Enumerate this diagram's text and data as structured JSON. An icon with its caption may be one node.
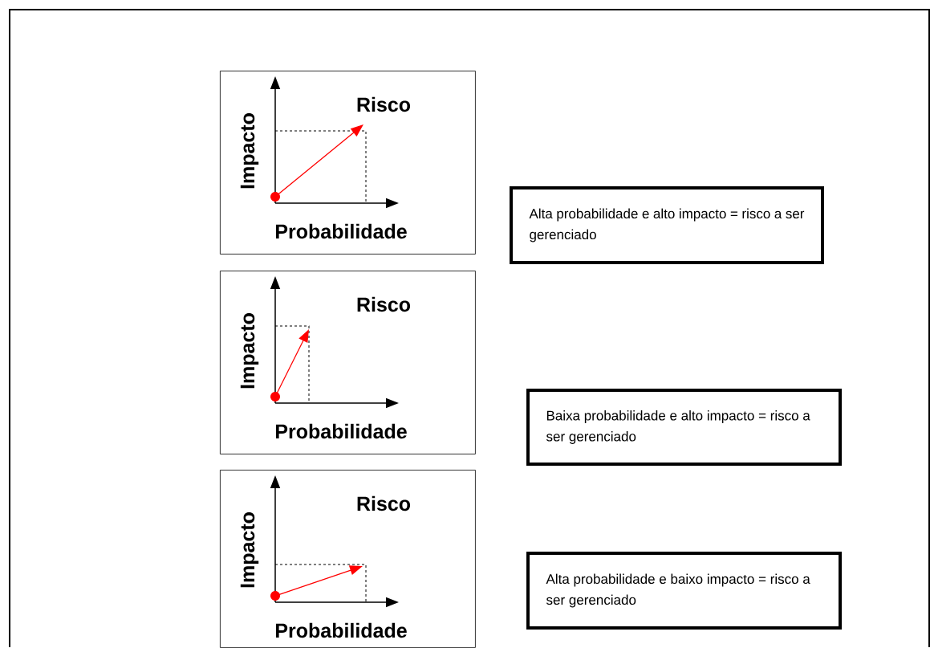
{
  "diagram": {
    "nodes": [
      {
        "text": [
          "Risco",
          "Impacto",
          "Probabilidade"
        ]
      },
      {
        "text": [
          "Risco",
          "Impacto",
          "Probabilidade"
        ]
      },
      {
        "text": [
          "Risco",
          "Impacto",
          "Probabilidade"
        ]
      },
      {
        "text": [
          "Alta probabilidade e alto impacto = risco a ser gerenciado"
        ]
      },
      {
        "text": [
          "Baixa probabilidade e alto impacto = risco a ser gerenciado"
        ]
      },
      {
        "text": [
          "Alta probabilidade e baixo impacto = risco a ser gerenciado"
        ]
      }
    ]
  }
}
